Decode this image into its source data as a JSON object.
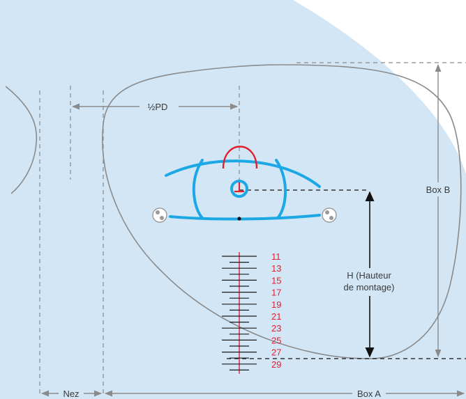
{
  "labels": {
    "half_pd": "½PD",
    "box_b": "Box B",
    "box_a": "Box A",
    "nez": "Nez",
    "h_line1": "H (Hauteur",
    "h_line2": "de montage)"
  },
  "scale": {
    "numbers": [
      "11",
      "13",
      "15",
      "17",
      "19",
      "21",
      "23",
      "25",
      "27",
      "29"
    ]
  },
  "colors": {
    "background_fill": "#d3e6f6",
    "lens_blue": "#1ba8e4",
    "marking_red": "#e0202e",
    "guide_gray": "#8a8a8a",
    "dimension_black": "#111111"
  }
}
